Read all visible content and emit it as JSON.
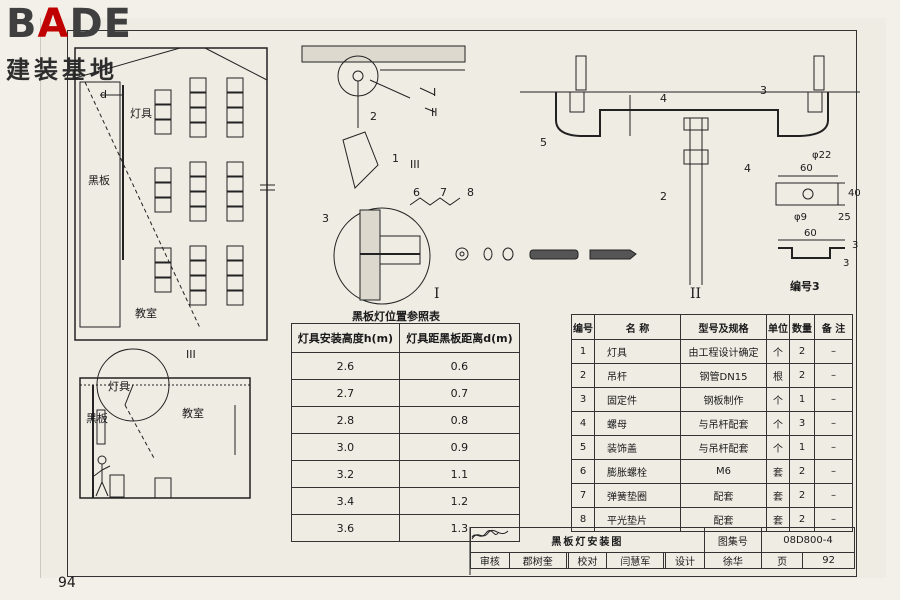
{
  "logo": {
    "brand_prefix": "B",
    "brand_highlight": "A",
    "brand_suffix": "DE",
    "subtitle": "建装基地"
  },
  "page_number": "94",
  "plan": {
    "label_lamp": "灯具",
    "label_board": "黑板",
    "label_room": "教室",
    "label_d": "d"
  },
  "section": {
    "label_lamp": "灯具",
    "label_board": "黑板",
    "label_room": "教室",
    "detail_ref": "III"
  },
  "detail_III": {
    "callouts": [
      "1",
      "2",
      "I",
      "II",
      "III"
    ]
  },
  "detail_I": {
    "callouts": [
      "3",
      "6",
      "7",
      "8"
    ],
    "name": "I"
  },
  "detail_II": {
    "callouts": [
      "2",
      "3",
      "4",
      "4",
      "5"
    ],
    "name": "II"
  },
  "detail_3": {
    "name": "编号3",
    "dims": [
      "60",
      "φ22",
      "40",
      "25",
      "φ9",
      "60",
      "3",
      "3"
    ]
  },
  "ref_table": {
    "title": "黑板灯位置参照表",
    "headers": [
      "灯具安装高度h(m)",
      "灯具距黑板距离d(m)"
    ],
    "rows": [
      [
        "2.6",
        "0.6"
      ],
      [
        "2.7",
        "0.7"
      ],
      [
        "2.8",
        "0.8"
      ],
      [
        "3.0",
        "0.9"
      ],
      [
        "3.2",
        "1.1"
      ],
      [
        "3.4",
        "1.2"
      ],
      [
        "3.6",
        "1.3"
      ]
    ]
  },
  "parts_table": {
    "headers": [
      "编号",
      "名    称",
      "型号及规格",
      "单位",
      "数量",
      "备  注"
    ],
    "rows": [
      [
        "1",
        "灯具",
        "由工程设计确定",
        "个",
        "2",
        "–"
      ],
      [
        "2",
        "吊杆",
        "钢管DN15",
        "根",
        "2",
        "–"
      ],
      [
        "3",
        "固定件",
        "钢板制作",
        "个",
        "1",
        "–"
      ],
      [
        "4",
        "螺母",
        "与吊杆配套",
        "个",
        "3",
        "–"
      ],
      [
        "5",
        "装饰盖",
        "与吊杆配套",
        "个",
        "1",
        "–"
      ],
      [
        "6",
        "膨胀螺栓",
        "M6",
        "套",
        "2",
        "–"
      ],
      [
        "7",
        "弹簧垫圈",
        "配套",
        "套",
        "2",
        "–"
      ],
      [
        "8",
        "平光垫片",
        "配套",
        "套",
        "2",
        "–"
      ]
    ]
  },
  "title_block": {
    "title": "黑板灯安装图",
    "atlas_label": "图集号",
    "atlas_no": "08D800-4",
    "review_label": "审核",
    "reviewer": "郡树奎",
    "check_label": "校对",
    "checker": "闫慧军",
    "design_label": "设计",
    "designer": "徐华",
    "page_label": "页",
    "page": "92"
  }
}
